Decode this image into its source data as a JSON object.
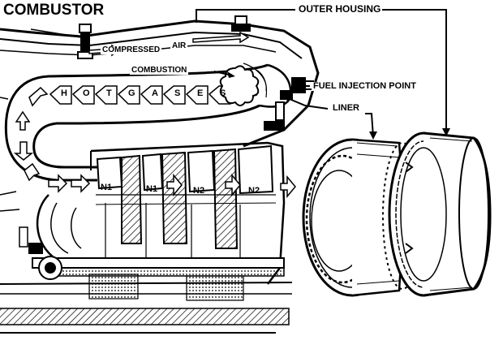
{
  "title": "COMBUSTOR",
  "labels": {
    "outer_housing": "OUTER HOUSING",
    "compressed": "COMPRESSED",
    "air": "AIR",
    "combustion": "COMBUSTION",
    "fuel_injection_point": "FUEL INJECTION POINT",
    "liner": "LINER"
  },
  "hot_gases_letters": [
    "H",
    "O",
    "T",
    "G",
    "A",
    "S",
    "E",
    "S"
  ],
  "stage_labels": [
    "N1",
    "N1",
    "N2",
    "N2"
  ],
  "colors": {
    "ink": "#000000",
    "paper": "#ffffff",
    "shade": "#8a8a8a"
  }
}
